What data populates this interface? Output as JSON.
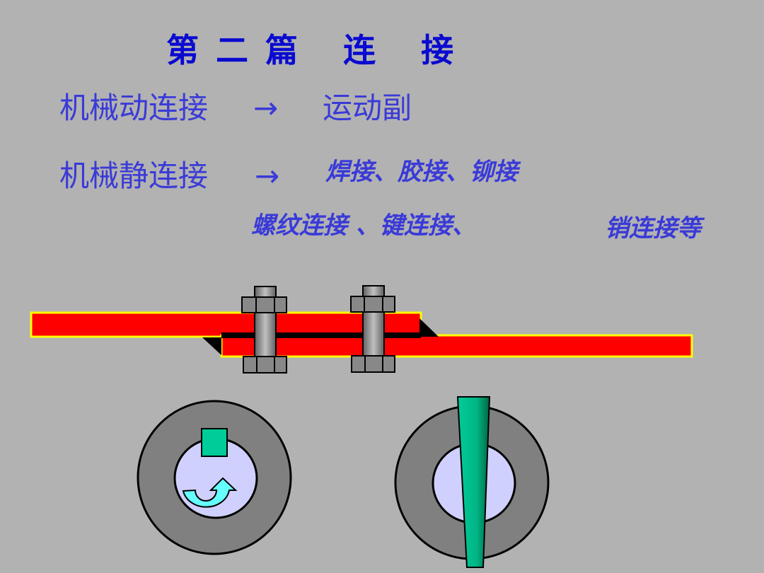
{
  "title": "第 二 篇   连   接",
  "rows": [
    {
      "left": "机械动连接",
      "arrow": "→",
      "right": "运动副"
    },
    {
      "left": "机械静连接",
      "arrow": "→",
      "right": "焊接、胶接、铆接"
    }
  ],
  "more": {
    "part1": "螺纹连接 、键连接、",
    "part2": "销连接等"
  },
  "colors": {
    "plate": "#ff0000",
    "plate_border": "#ffff00",
    "bolt": "#888888",
    "hub": "#808080",
    "shaft": "#d0d0ff",
    "key": "#00cc99",
    "arrow": "#66ffff"
  }
}
